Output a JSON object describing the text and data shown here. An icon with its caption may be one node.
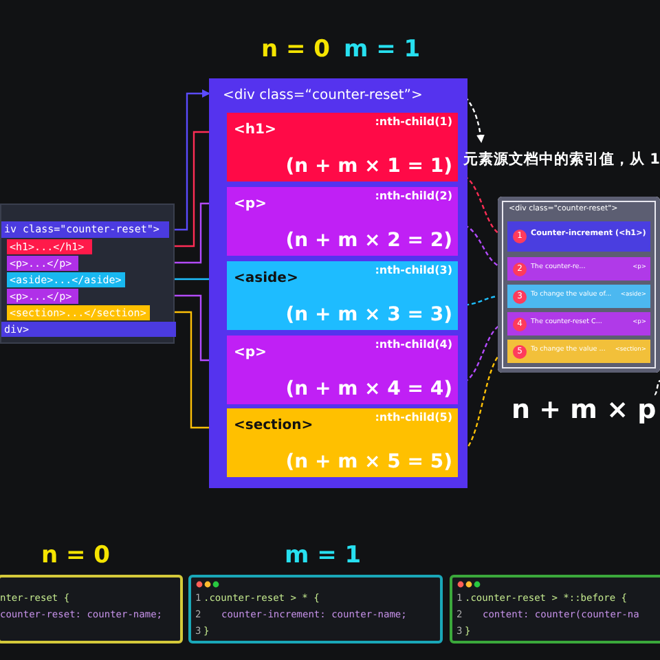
{
  "diagram": {
    "nodes": [
      {
        "text": [
          "<div class=“counter-reset”>"
        ]
      },
      {
        "text": [
          "<h1>",
          ":nth-child(1)",
          "(n + m × 1 = 1)"
        ],
        "in": 0
      },
      {
        "text": [
          "<p>",
          ":nth-child(2)",
          "(n + m × 2 = 2)"
        ],
        "in": 0
      },
      {
        "text": [
          "<aside>",
          ":nth-child(3)",
          "(n + m × 3 = 3)"
        ],
        "in": 0
      },
      {
        "text": [
          "<p>",
          ":nth-child(4)",
          "(n + m × 4 = 4)"
        ],
        "in": 0
      },
      {
        "text": [
          "<section>",
          ":nth-child(5)",
          "(n + m × 5 = 5)"
        ],
        "in": 0
      },
      {
        "text": [],
        "shape": "box"
      },
      {
        "text": [
          "iv class=\"counter-reset\">"
        ],
        "in": 6
      },
      {
        "text": [
          "<h1>...</h1>"
        ],
        "in": 6
      },
      {
        "text": [
          "<p>...</p>"
        ],
        "in": 6
      },
      {
        "text": [
          "<aside>...</aside>"
        ],
        "in": 6
      },
      {
        "text": [
          "<p>...</p>"
        ],
        "in": 6
      },
      {
        "text": [
          "<section>...</section>"
        ],
        "in": 6
      },
      {
        "text": [
          "div>"
        ],
        "in": 6
      },
      {
        "text": [
          "元素源文档中的索引值，从 1"
        ]
      },
      {
        "text": [
          "<div class=\"counter-reset\">"
        ]
      },
      {
        "text": [
          "1",
          "Counter-increment (<h1>)"
        ],
        "in": 15
      },
      {
        "text": [
          "2",
          "The counter-re...",
          "<p>"
        ],
        "in": 15
      },
      {
        "text": [
          "3",
          "To change the value of...",
          "<aside>"
        ],
        "in": 15
      },
      {
        "text": [
          "4",
          "The counter-reset C...",
          "<p>"
        ],
        "in": 15
      },
      {
        "text": [
          "5",
          "To change the value ...",
          "<section>"
        ],
        "in": 15
      },
      {
        "text": [
          "n + m × p"
        ]
      },
      {
        "text": [
          "nter-reset {",
          "counter-reset: counter-name;"
        ]
      },
      {
        "text": [
          "1",
          ".counter-reset > * {",
          "2",
          "counter-increment: counter-name;",
          "3",
          "}"
        ]
      },
      {
        "text": [
          "1",
          ".counter-reset > *::before {",
          "2",
          "content: counter(counter-na",
          "3",
          "}"
        ]
      }
    ],
    "edges": [
      {
        "from": 7,
        "to": 0,
        "arrow": "to",
        "color": "#5b4bff"
      },
      {
        "from": 8,
        "to": 1,
        "arrow": "to",
        "color": "#ff2d55"
      },
      {
        "from": 9,
        "to": 2,
        "arrow": "to",
        "color": "#b44bff"
      },
      {
        "from": 10,
        "to": 3,
        "arrow": "to",
        "color": "#1ec0ff"
      },
      {
        "from": 11,
        "to": 4,
        "arrow": "to",
        "color": "#b44bff"
      },
      {
        "from": 12,
        "to": 5,
        "arrow": "to",
        "color": "#ffc107"
      },
      {
        "from": 1,
        "to": 14,
        "arrow": "to",
        "style": "dashed",
        "color": "#ffffff"
      },
      {
        "from": 1,
        "to": 16,
        "arrow": "to",
        "style": "dashed",
        "color": "#ff2d55"
      },
      {
        "from": 2,
        "to": 17,
        "arrow": "to",
        "style": "dashed",
        "color": "#b44bff"
      },
      {
        "from": 3,
        "to": 18,
        "arrow": "to",
        "style": "dashed",
        "color": "#1ec0ff"
      },
      {
        "from": 4,
        "to": 19,
        "arrow": "to",
        "style": "dashed",
        "color": "#b44bff"
      },
      {
        "from": 5,
        "to": 20,
        "arrow": "to",
        "style": "dashed",
        "color": "#ffc107"
      },
      {
        "from": 21,
        "to": null,
        "arrow": "none",
        "style": "dashed",
        "color": "#ffffff"
      }
    ],
    "labels": [
      "n = 0",
      "m = 1",
      "n = 0",
      "m = 1"
    ]
  }
}
